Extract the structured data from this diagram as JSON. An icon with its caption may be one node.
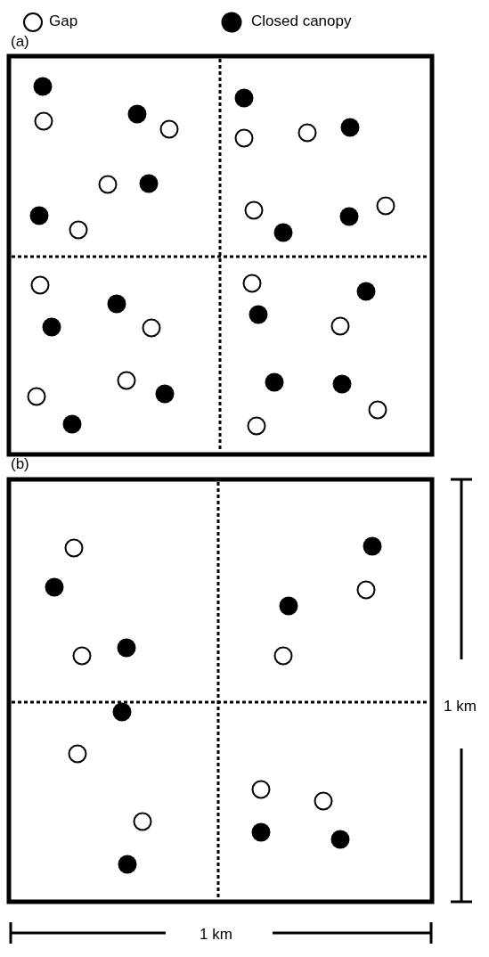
{
  "diagram": {
    "labels": [
      "(a)",
      "(b)",
      "1 km",
      "1 km"
    ],
    "legend": [
      {
        "text": "Gap"
      },
      {
        "text": "Closed canopy"
      }
    ]
  }
}
